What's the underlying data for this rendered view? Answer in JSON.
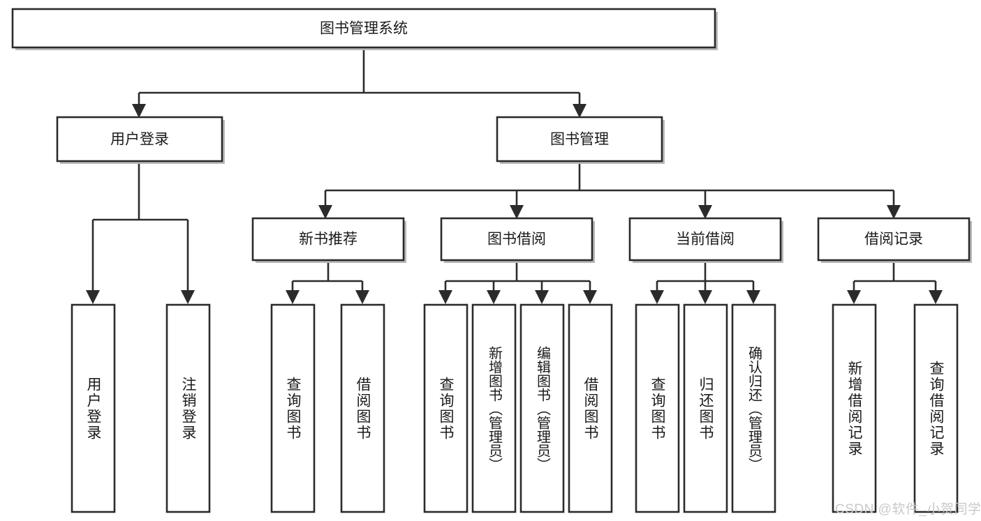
{
  "diagram": {
    "title": "图书管理系统",
    "watermark": "CSDN @软件_小贺同学",
    "type": "tree-hierarchy-diagram",
    "levels": 4,
    "root": {
      "label": "图书管理系统"
    },
    "level2": [
      {
        "label": "用户登录"
      },
      {
        "label": "图书管理"
      }
    ],
    "level3": [
      {
        "label": "新书推荐"
      },
      {
        "label": "图书借阅"
      },
      {
        "label": "当前借阅"
      },
      {
        "label": "借阅记录"
      }
    ],
    "leaves": {
      "user_login": [
        {
          "label": "用户登录"
        },
        {
          "label": "注销登录"
        }
      ],
      "new_book_recommend": [
        {
          "label": "查询图书"
        },
        {
          "label": "借阅图书"
        }
      ],
      "book_borrow": [
        {
          "label": "查询图书"
        },
        {
          "label": "新增图书（管理员）"
        },
        {
          "label": "编辑图书（管理员）"
        },
        {
          "label": "借阅图书"
        }
      ],
      "current_borrow": [
        {
          "label": "查询图书"
        },
        {
          "label": "归还图书"
        },
        {
          "label": "确认归还（管理员）"
        }
      ],
      "borrow_record": [
        {
          "label": "新增借阅记录"
        },
        {
          "label": "查询借阅记录"
        }
      ]
    },
    "colors": {
      "box_border": "#2b2b2b",
      "box_fill": "#ffffff",
      "text": "#1a1a1a",
      "watermark": "#c9c9c9",
      "background": "#ffffff"
    }
  }
}
